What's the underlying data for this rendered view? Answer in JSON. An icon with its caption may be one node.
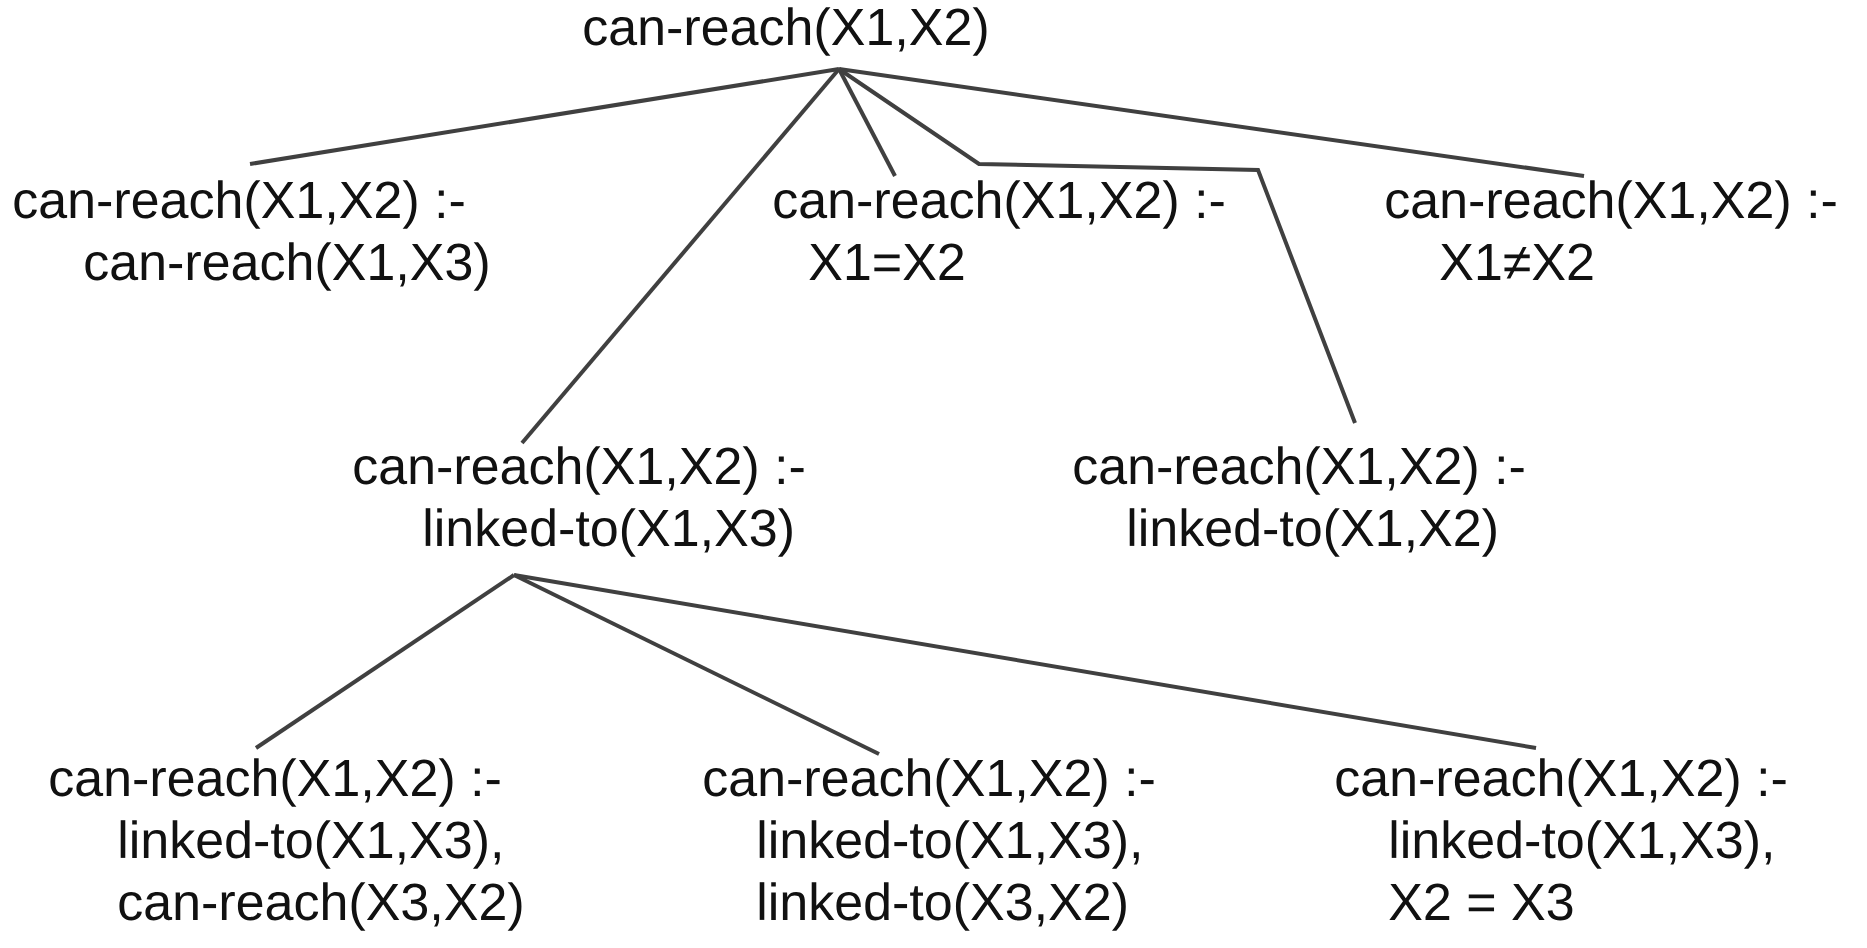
{
  "diagram": {
    "nodes": [
      {
        "text": [
          "can-reach(X1,X2)"
        ]
      },
      {
        "text": [
          "can-reach(X1,X2) :-",
          "can-reach(X1,X3)"
        ]
      },
      {
        "text": [
          "can-reach(X1,X2) :-",
          "X1=X2"
        ]
      },
      {
        "text": [
          "can-reach(X1,X2) :-",
          "X1≠X2"
        ]
      },
      {
        "text": [
          "can-reach(X1,X2) :-",
          "linked-to(X1,X3)"
        ]
      },
      {
        "text": [
          "can-reach(X1,X2) :-",
          "linked-to(X1,X2)"
        ]
      },
      {
        "text": [
          "can-reach(X1,X2) :-",
          "linked-to(X1,X3), can-reach(X3,X2)"
        ]
      },
      {
        "text": [
          "can-reach(X1,X2) :-",
          "linked-to(X1,X3), linked-to(X3,X2)"
        ]
      },
      {
        "text": [
          "can-reach(X1,X2) :-",
          "linked-to(X1,X3), X2 = X3"
        ]
      }
    ],
    "edges": [
      {
        "from": 0,
        "to": 1,
        "arrow": "none"
      },
      {
        "from": 0,
        "to": 4,
        "arrow": "none"
      },
      {
        "from": 0,
        "to": 2,
        "arrow": "none"
      },
      {
        "from": 0,
        "to": 5,
        "arrow": "none"
      },
      {
        "from": 0,
        "to": 3,
        "arrow": "none"
      },
      {
        "from": 4,
        "to": 6,
        "arrow": "none"
      },
      {
        "from": 4,
        "to": 7,
        "arrow": "none"
      },
      {
        "from": 4,
        "to": 8,
        "arrow": "none"
      }
    ]
  }
}
